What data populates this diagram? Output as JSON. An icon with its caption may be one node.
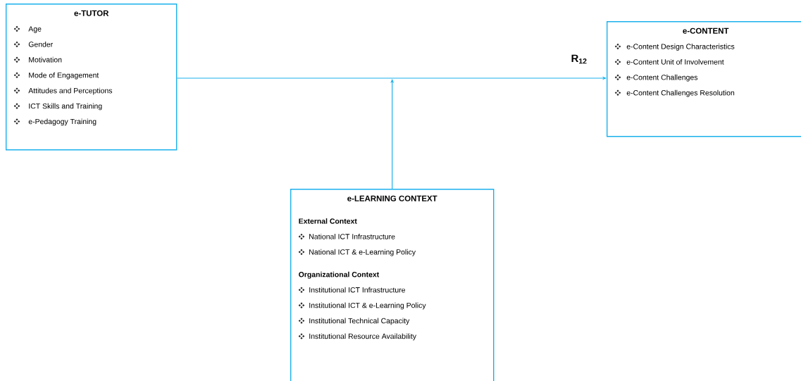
{
  "diagram": {
    "nodes": [
      {
        "text": [
          "e-TUTOR",
          "Age",
          "Gender",
          "Motivation",
          "Mode of Engagement",
          "Attitudes and Perceptions",
          "ICT Skills and Training",
          "e-Pedagogy Training"
        ]
      },
      {
        "text": [
          "e-CONTENT",
          "e-Content Design Characteristics",
          "e-Content Unit of Involvement",
          "e-Content Challenges",
          "e-Content Challenges Resolution"
        ]
      },
      {
        "text": [
          "e-LEARNING CONTEXT",
          "External Context",
          "National ICT Infrastructure",
          "National ICT & e-Learning Policy",
          "Organizational Context",
          "Institutional ICT Infrastructure",
          "Institutional ICT & e-Learning Policy",
          "Institutional Technical Capacity",
          "Institutional Resource Availability"
        ]
      }
    ],
    "edges": [
      {
        "from": 0,
        "to": 1,
        "arrow": "to",
        "label": "R$_{12}$"
      },
      {
        "from": 2,
        "to": null,
        "arrow": "to"
      }
    ]
  }
}
